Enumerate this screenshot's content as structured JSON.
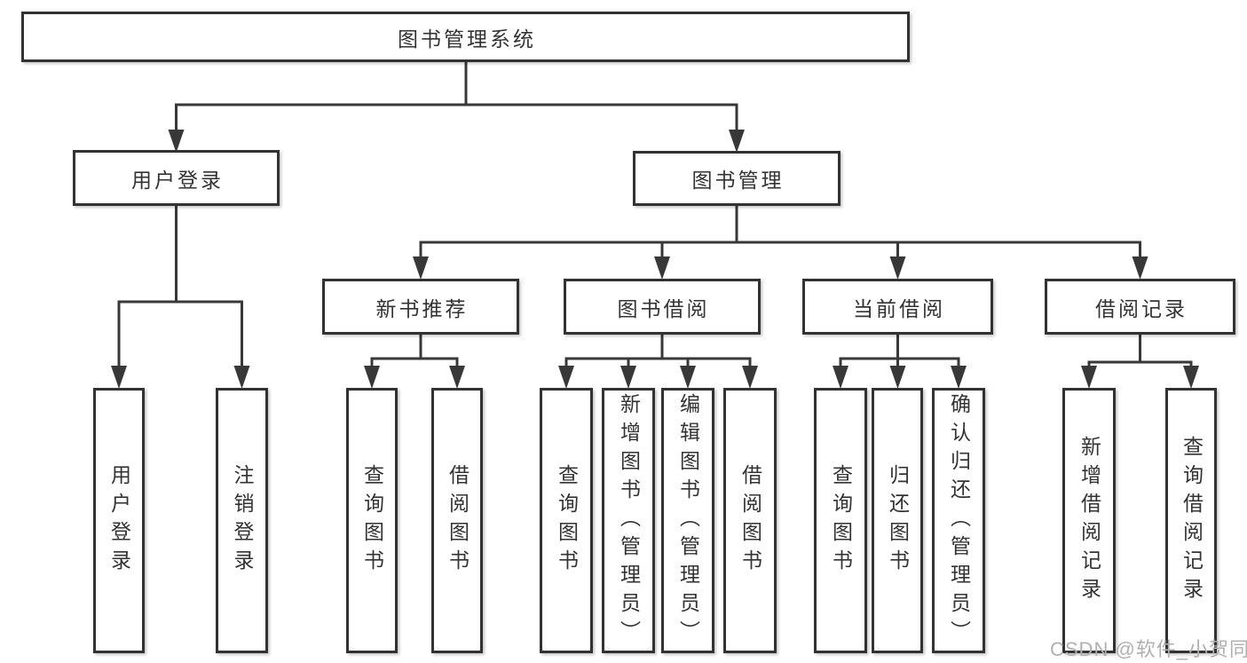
{
  "diagram": {
    "watermark": "CSDN @软件_小贺同学",
    "colors": {
      "line": "#383838",
      "border": "#323232",
      "text": "#333333",
      "watermark": "#b0b0b0",
      "background": "#ffffff"
    },
    "tree": {
      "root": "图书管理系统",
      "children": [
        {
          "label": "用户登录",
          "children": [
            {
              "label": "用户登录"
            },
            {
              "label": "注销登录"
            }
          ]
        },
        {
          "label": "图书管理",
          "children": [
            {
              "label": "新书推荐",
              "children": [
                {
                  "label": "查询图书"
                },
                {
                  "label": "借阅图书"
                }
              ]
            },
            {
              "label": "图书借阅",
              "children": [
                {
                  "label": "查询图书"
                },
                {
                  "label": "新增图书（管理员）"
                },
                {
                  "label": "编辑图书（管理员）"
                },
                {
                  "label": "借阅图书"
                }
              ]
            },
            {
              "label": "当前借阅",
              "children": [
                {
                  "label": "查询图书"
                },
                {
                  "label": "归还图书"
                },
                {
                  "label": "确认归还（管理员）"
                }
              ]
            },
            {
              "label": "借阅记录",
              "children": [
                {
                  "label": "新增借阅记录"
                },
                {
                  "label": "查询借阅记录"
                }
              ]
            }
          ]
        }
      ]
    }
  }
}
